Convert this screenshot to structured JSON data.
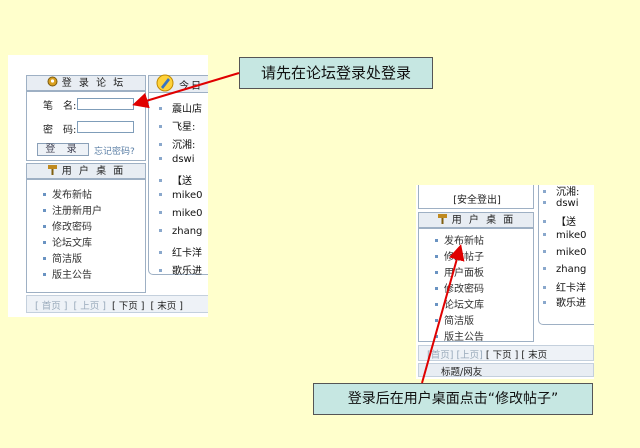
{
  "left": {
    "login_title": "登 录 论 坛",
    "username_label": "笔　名:",
    "password_label": "密　码:",
    "login_button": "登 录",
    "forgot_link": "忘记密码?",
    "desk_title": "用 户 桌 面",
    "menu": [
      "发布新帖",
      "注册新用户",
      "修改密码",
      "论坛文库",
      "简洁版",
      "版主公告"
    ],
    "right_tab": "今日",
    "posts": [
      "震山店",
      "飞星:",
      "沉湘:",
      "dswi",
      "【送",
      "mike0",
      "mike0",
      "zhang",
      "红卡洋",
      "歌乐进"
    ],
    "pager": {
      "first": "[ 首页 ]",
      "prev": "[ 上页 ]",
      "next": "[ 下页 ]",
      "last": "[ 末页 ]"
    }
  },
  "right": {
    "logout": "[安全登出]",
    "desk_title": "用 户 桌 面",
    "menu": [
      "发布新帖",
      "修改帖子",
      "用户面板",
      "修改密码",
      "论坛文库",
      "简洁版",
      "版主公告"
    ],
    "posts": [
      "沉湘:",
      "dswi",
      "【送",
      "mike0",
      "mike0",
      "zhang",
      "红卡洋",
      "歌乐进"
    ],
    "pager": {
      "first": "[首页]",
      "prev": "[上页]",
      "next": "[ 下页 ]",
      "last": "[ 末页"
    },
    "title_bar": "标题/网友"
  },
  "callouts": {
    "top": "请先在论坛登录处登录",
    "bottom": "登录后在用户桌面点击“修改帖子”"
  },
  "colors": {
    "background": "#ffffcc",
    "callout": "#c6e7e2",
    "arrow": "#e00000"
  }
}
